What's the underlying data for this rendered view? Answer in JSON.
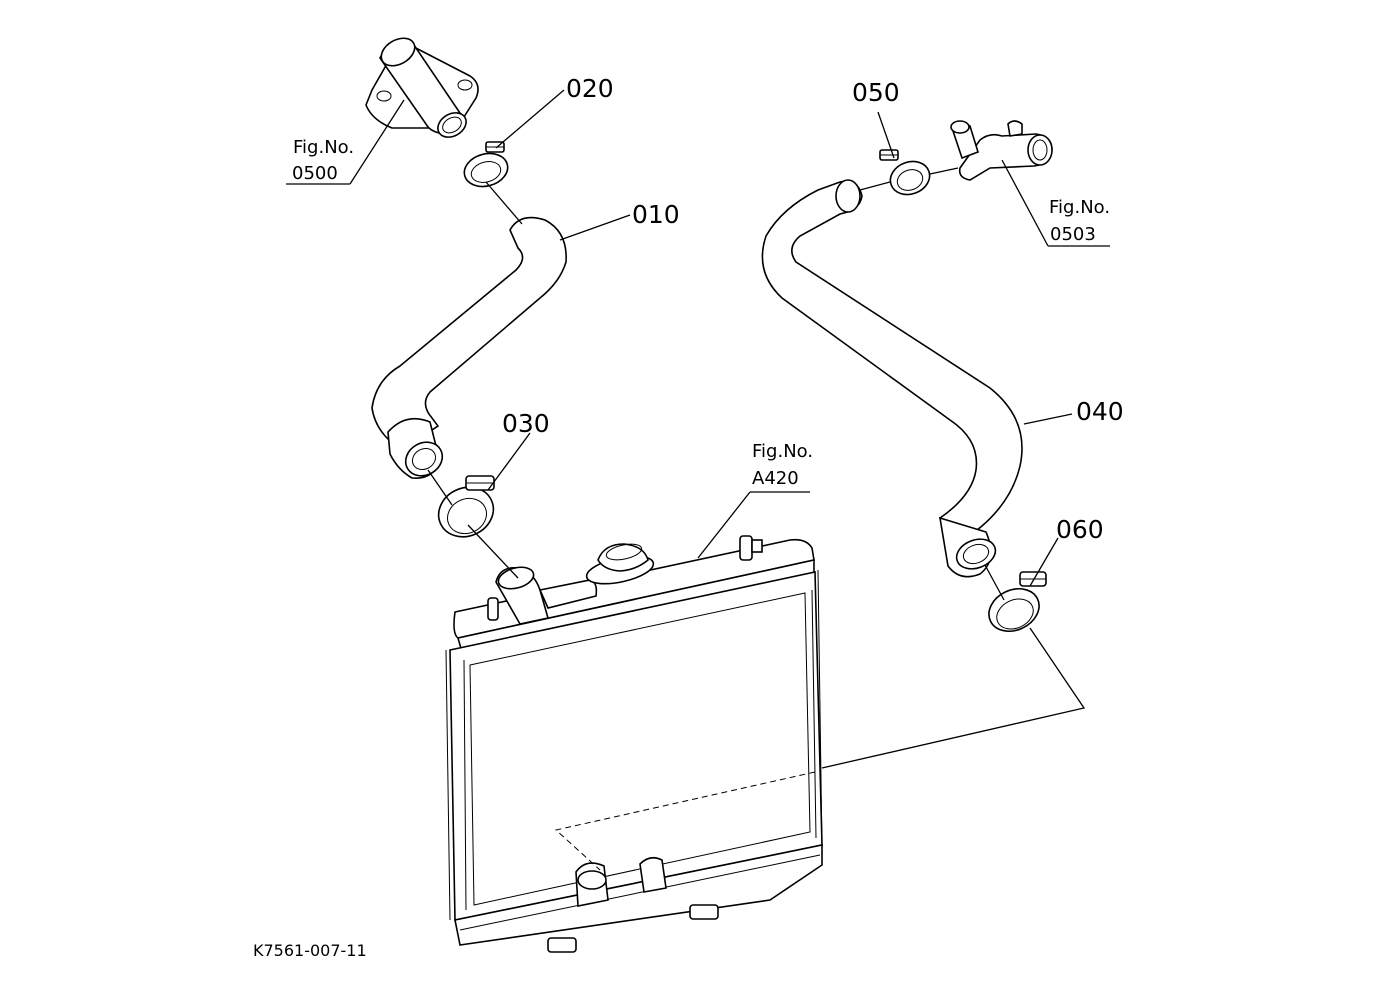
{
  "callouts": {
    "p010": "010",
    "p020": "020",
    "p030": "030",
    "p040": "040",
    "p050": "050",
    "p060": "060"
  },
  "figure_refs": {
    "fig0500": {
      "label": "Fig.No.",
      "number": "0500"
    },
    "fig0503": {
      "label": "Fig.No.",
      "number": "0503"
    },
    "figA420": {
      "label": "Fig.No.",
      "number": "A420"
    }
  },
  "diagram_code": "K7561-007-11"
}
